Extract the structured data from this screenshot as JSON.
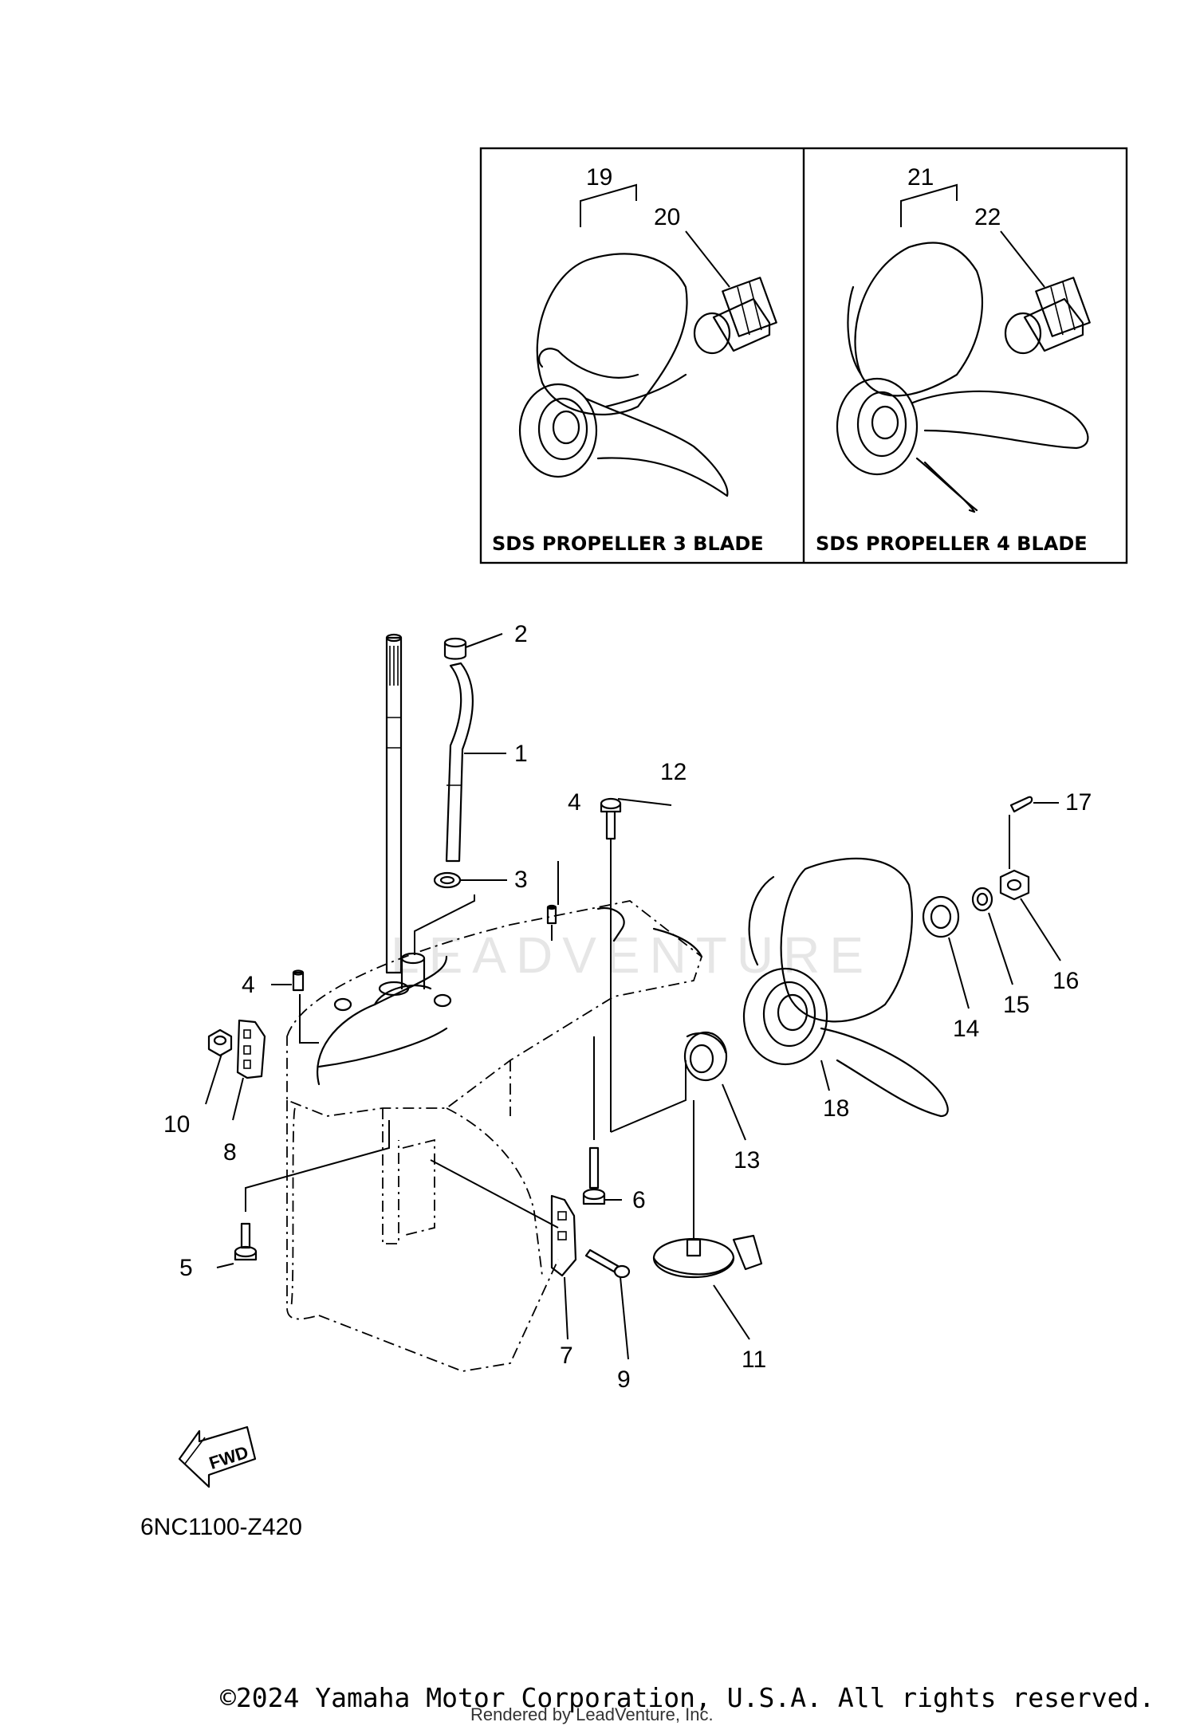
{
  "inset": {
    "left_caption": "SDS PROPELLER 3 BLADE",
    "right_caption": "SDS PROPELLER 4 BLADE",
    "labels": [
      "19",
      "20",
      "21",
      "22"
    ]
  },
  "callouts": {
    "p1": "1",
    "p2": "2",
    "p3": "3",
    "p4a": "4",
    "p4b": "4",
    "p5": "5",
    "p6": "6",
    "p7": "7",
    "p8": "8",
    "p9": "9",
    "p10": "10",
    "p11": "11",
    "p12": "12",
    "p13": "13",
    "p14": "14",
    "p15": "15",
    "p16": "16",
    "p17": "17",
    "p18": "18"
  },
  "fwd_label": "FWD",
  "diagram_code": "6NC1100-Z420",
  "watermark": "LEADVENTURE",
  "footer": {
    "copyright": "©2024 Yamaha Motor Corporation, U.S.A. All rights reserved.",
    "rendered_by": "Rendered by LeadVenture, Inc."
  }
}
